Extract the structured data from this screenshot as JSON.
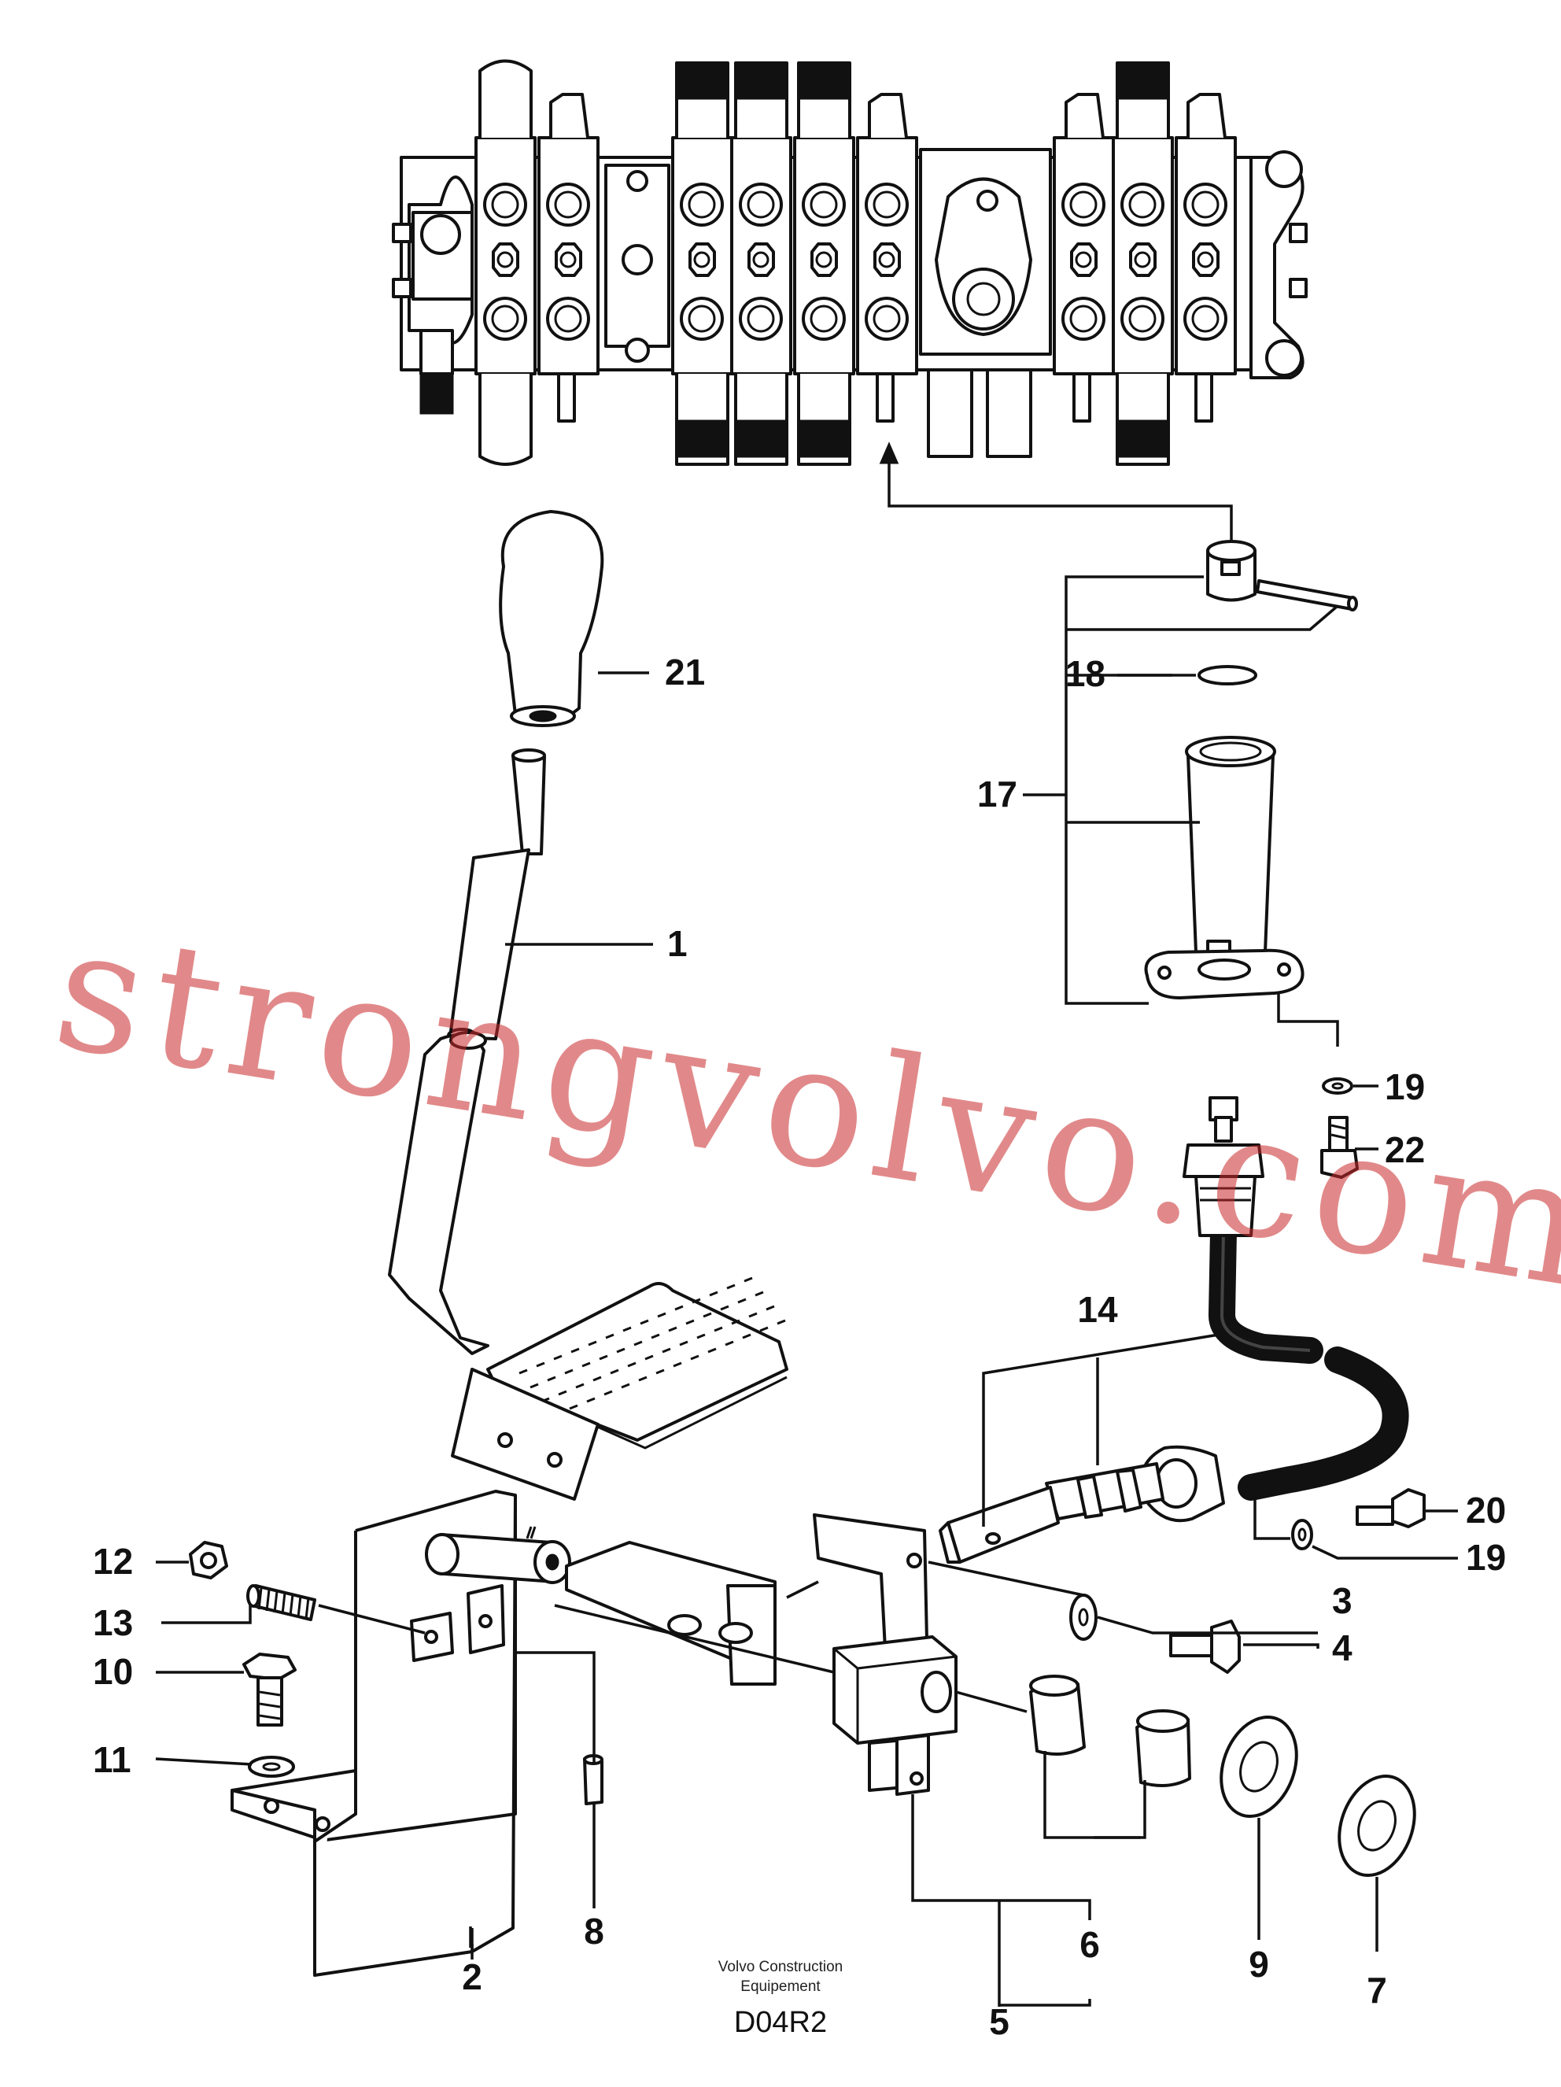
{
  "watermark": "strongvolvo.com",
  "credit": {
    "line1": "Volvo Construction",
    "line2": "Equipement"
  },
  "drawing_code": "D04R2",
  "callouts": {
    "c1": "1",
    "c2": "2",
    "c3": "3",
    "c4": "4",
    "c5": "5",
    "c6": "6",
    "c7": "7",
    "c8": "8",
    "c9": "9",
    "c10": "10",
    "c11": "11",
    "c12": "12",
    "c13": "13",
    "c14": "14",
    "c17": "17",
    "c18": "18",
    "c19a": "19",
    "c19b": "19",
    "c20": "20",
    "c21": "21",
    "c22": "22"
  },
  "colors": {
    "line": "#111111",
    "watermark": "#c9292b",
    "background": "#ffffff"
  }
}
